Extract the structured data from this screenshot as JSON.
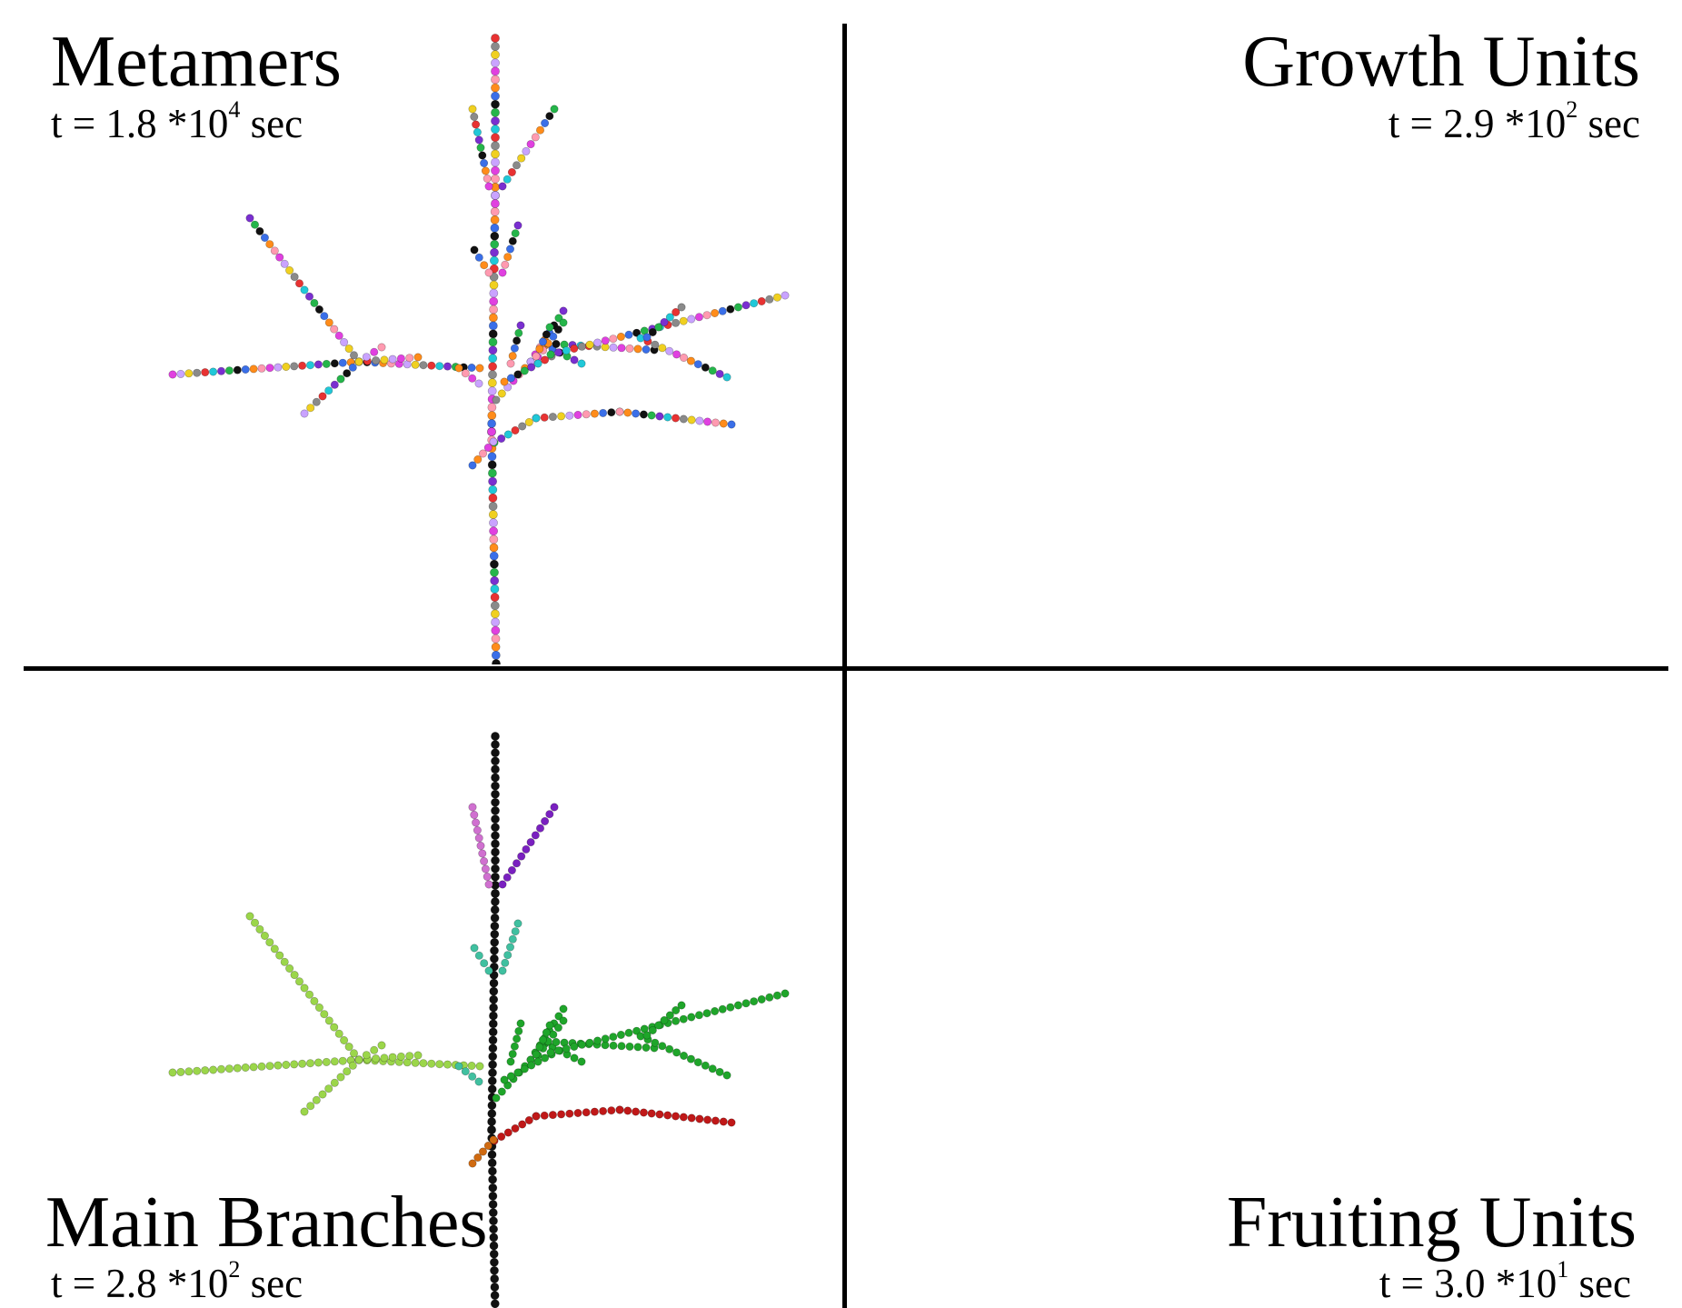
{
  "panels": [
    {
      "title": "Metamers",
      "time": {
        "prefix": "t = 1.8 *10",
        "exp": "4",
        "suffix": " sec"
      },
      "scheme": "metamers"
    },
    {
      "title": "Growth Units",
      "time": {
        "prefix": "t = 2.9 *10",
        "exp": "2",
        "suffix": " sec"
      },
      "scheme": "growth-units"
    },
    {
      "title": "Main Branches",
      "time": {
        "prefix": "t = 2.8 *10",
        "exp": "2",
        "suffix": " sec"
      },
      "scheme": "main-branches"
    },
    {
      "title": "Fruiting Units",
      "time": {
        "prefix": "t = 3.0 *10",
        "exp": "1",
        "suffix": " sec"
      },
      "scheme": "fruiting-units"
    }
  ],
  "colors": {
    "trunk": "#111111",
    "metamer_palette": [
      "#e83232",
      "#3a6fe8",
      "#f0d020",
      "#25b54a",
      "#e040e0",
      "#20c8d8",
      "#ff8c1a",
      "#8a8a8a",
      "#111111",
      "#c9a3ff",
      "#7a2fd0",
      "#ff9ab0"
    ],
    "growth_units": [
      "#e020d0",
      "#d8d070",
      "#d88c8c",
      "#20c8c8",
      "#2060c0",
      "#d070d0",
      "#98d040",
      "#882288",
      "#c00060",
      "#5a5a5a",
      "#107070",
      "#902020",
      "#e08020",
      "#e0c020",
      "#40c080"
    ],
    "main_branches": [
      "#9bd64a",
      "#1fa52a",
      "#c01818",
      "#d06a10",
      "#7a20c0",
      "#d070d0",
      "#40c0a0",
      "#20b0c0"
    ],
    "fruiting_units": [
      "#7fc97f",
      "#6a70c8",
      "#6a6a6a",
      "#1a7a1a",
      "#1a1a70",
      "#30d030"
    ]
  }
}
